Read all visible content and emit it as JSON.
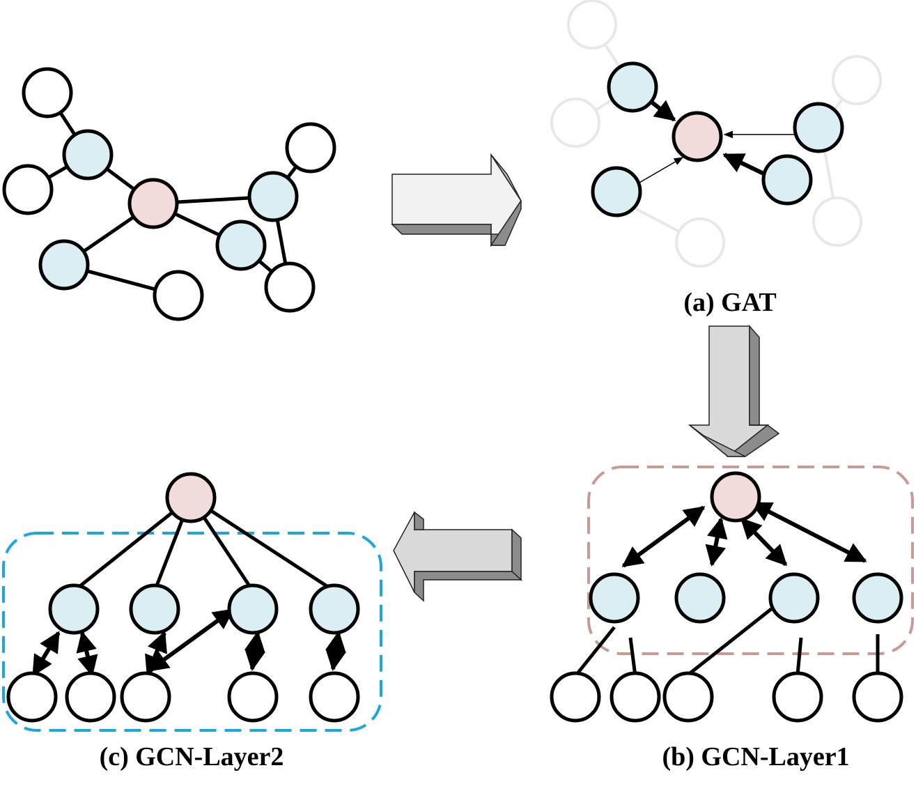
{
  "labels": {
    "gat": "(a) GAT",
    "gcn_layer1": "(b) GCN-Layer1",
    "gcn_layer2": "(c) GCN-Layer2"
  },
  "colors": {
    "center_node": "#f2dcdb",
    "neighbor_node": "#dbeef4",
    "plain_node": "#ffffff",
    "stroke": "#000000",
    "faded": "#e8e8e8",
    "box_b": "#c89a96",
    "box_c": "#1aa7df"
  }
}
